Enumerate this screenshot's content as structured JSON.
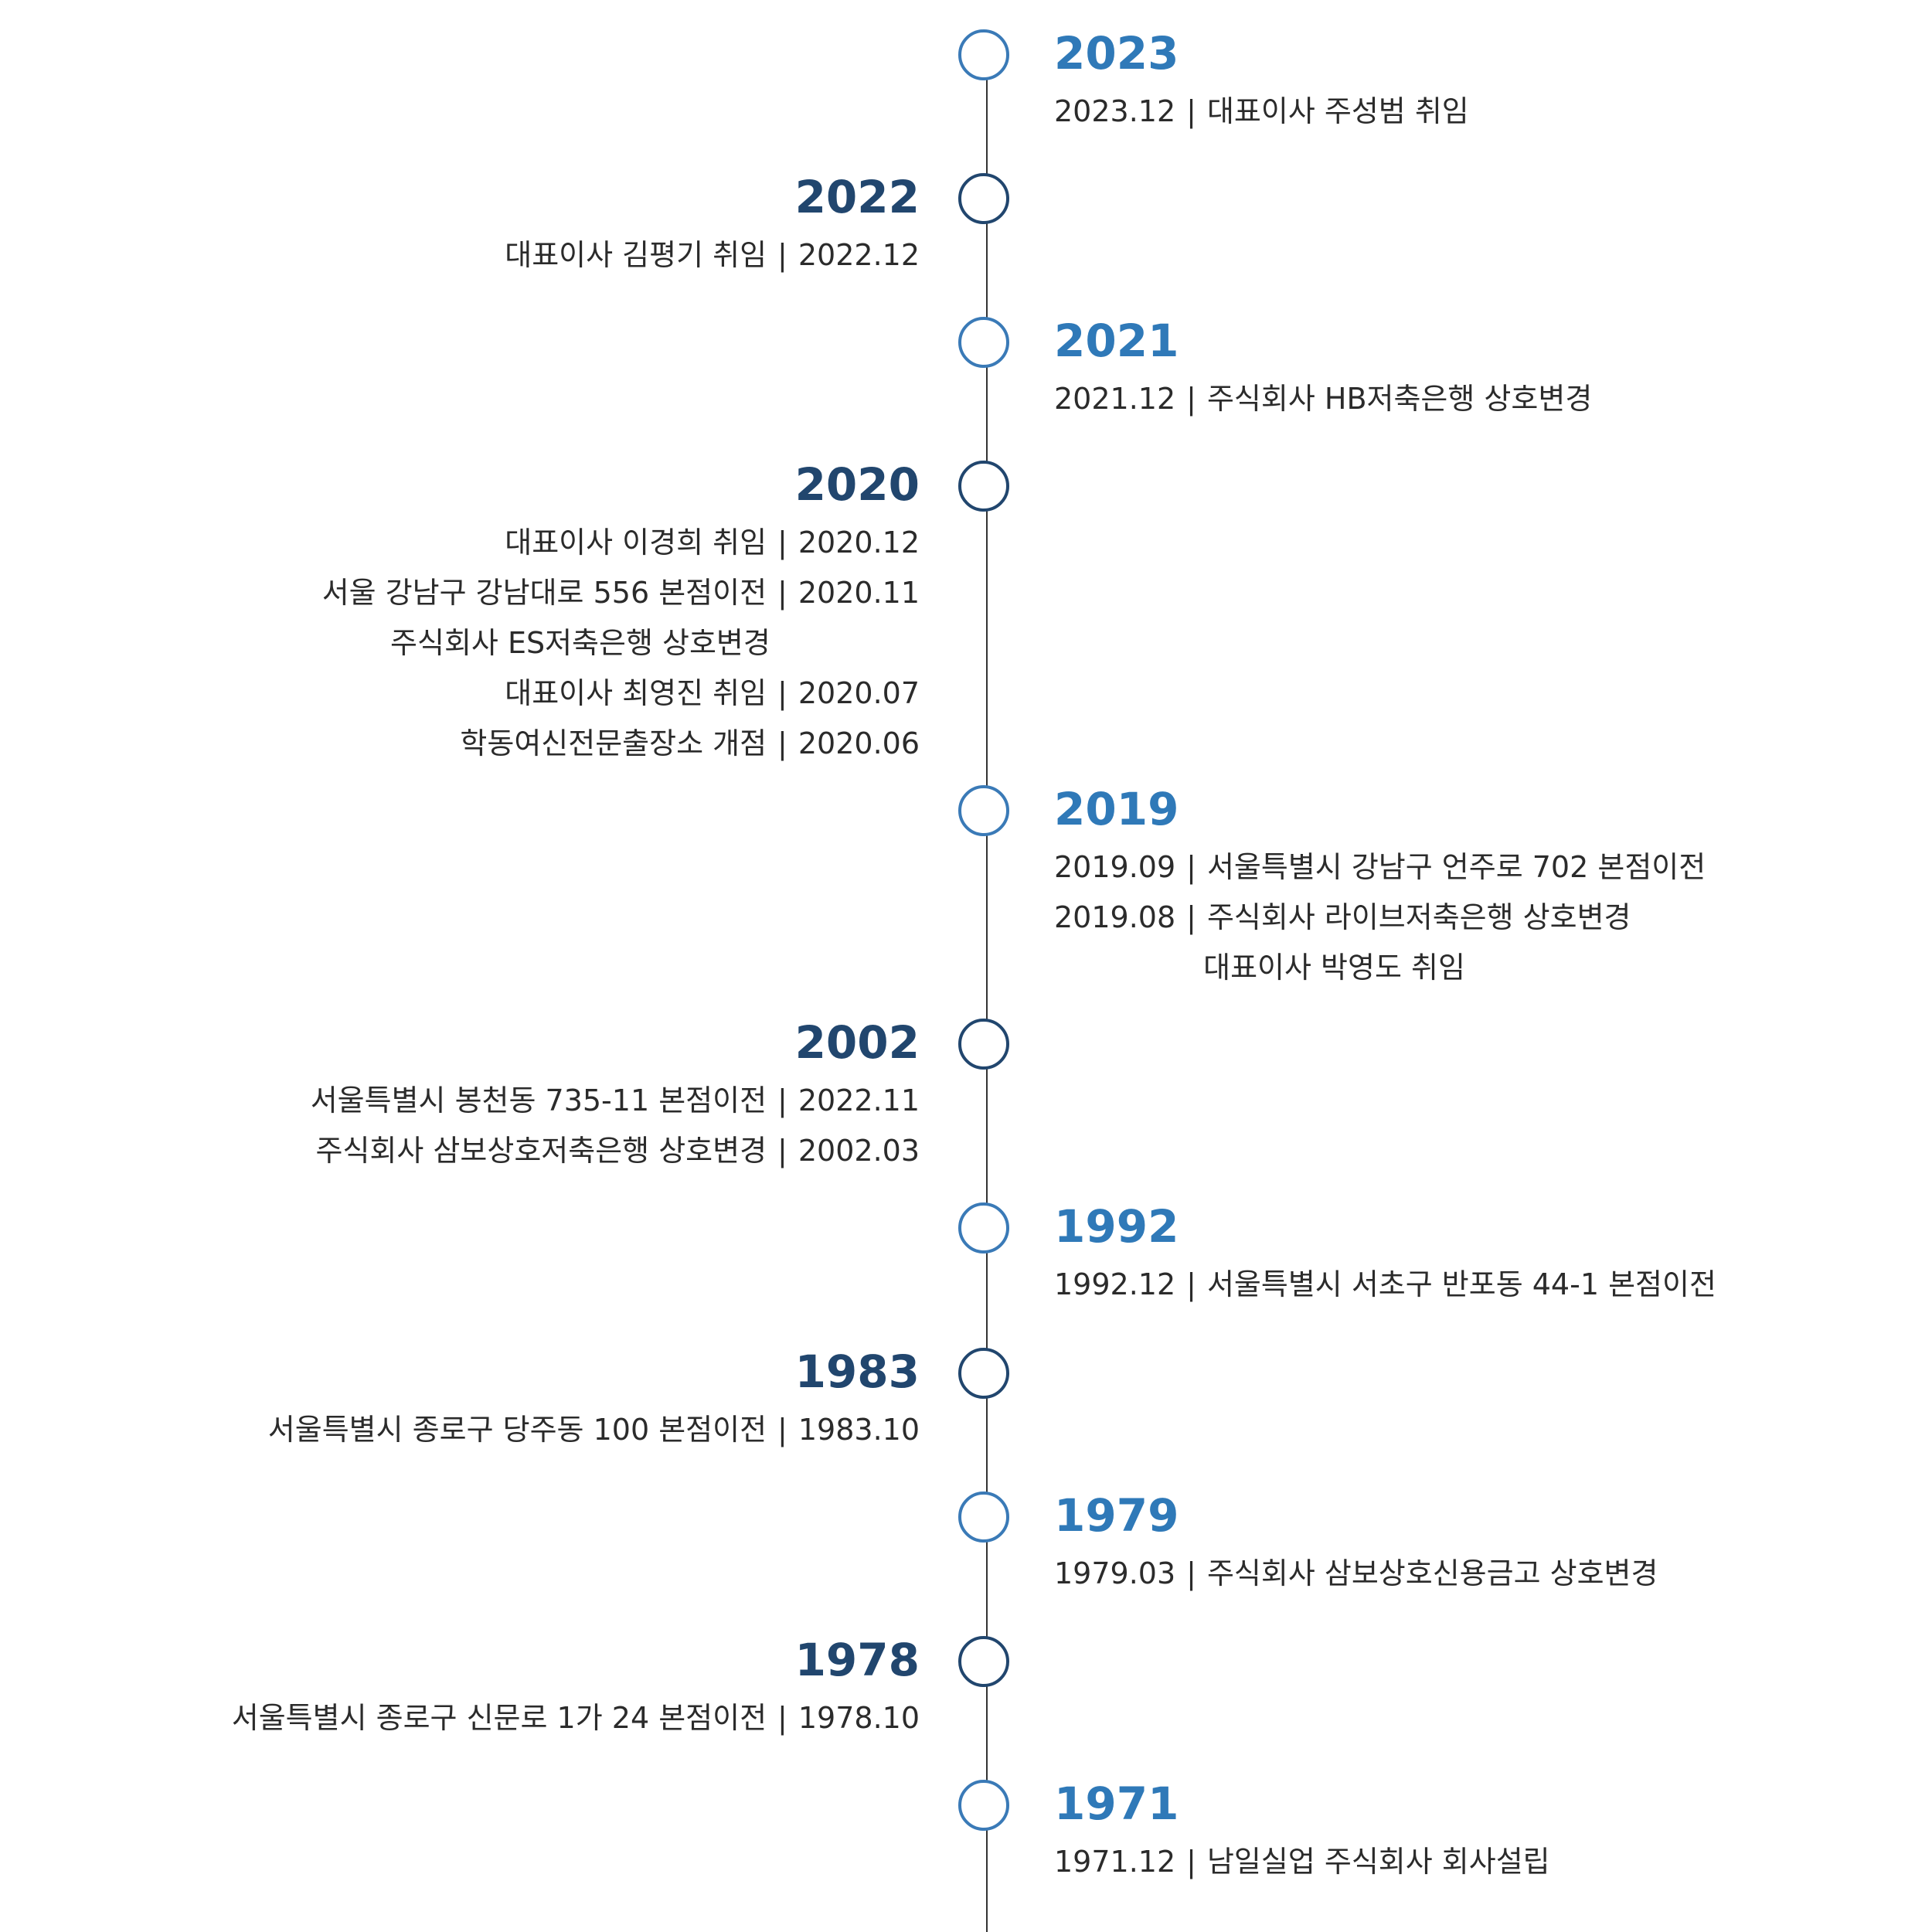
{
  "separator": "|",
  "entries": [
    {
      "year": "2023",
      "side": "right",
      "lines": [
        {
          "date": "2023.12",
          "text": "대표이사 주성범 취임"
        }
      ]
    },
    {
      "year": "2022",
      "side": "left",
      "lines": [
        {
          "date": "2022.12",
          "text": "대표이사 김평기 취임"
        }
      ]
    },
    {
      "year": "2021",
      "side": "right",
      "lines": [
        {
          "date": "2021.12",
          "text": "주식회사 HB저축은행 상호변경"
        }
      ]
    },
    {
      "year": "2020",
      "side": "left",
      "lines": [
        {
          "date": "2020.12",
          "text": "대표이사 이경희 취임"
        },
        {
          "date": "2020.11",
          "text": "서울 강남구 강남대로 556 본점이전"
        },
        {
          "date": "",
          "text": "주식회사 ES저축은행 상호변경"
        },
        {
          "date": "2020.07",
          "text": "대표이사 최영진 취임"
        },
        {
          "date": "2020.06",
          "text": "학동여신전문출장소 개점"
        }
      ]
    },
    {
      "year": "2019",
      "side": "right",
      "lines": [
        {
          "date": "2019.09",
          "text": "서울특별시 강남구 언주로 702 본점이전"
        },
        {
          "date": "2019.08",
          "text": "주식회사 라이브저축은행 상호변경"
        },
        {
          "date": "",
          "text": "대표이사 박영도 취임"
        }
      ]
    },
    {
      "year": "2002",
      "side": "left",
      "lines": [
        {
          "date": "2022.11",
          "text": "서울특별시 봉천동 735-11 본점이전"
        },
        {
          "date": "2002.03",
          "text": "주식회사 삼보상호저축은행 상호변경"
        }
      ]
    },
    {
      "year": "1992",
      "side": "right",
      "lines": [
        {
          "date": "1992.12",
          "text": "서울특별시 서초구 반포동 44-1 본점이전"
        }
      ]
    },
    {
      "year": "1983",
      "side": "left",
      "lines": [
        {
          "date": "1983.10",
          "text": "서울특별시 종로구 당주동 100 본점이전"
        }
      ]
    },
    {
      "year": "1979",
      "side": "right",
      "lines": [
        {
          "date": "1979.03",
          "text": "주식회사 삼보상호신용금고 상호변경"
        }
      ]
    },
    {
      "year": "1978",
      "side": "left",
      "lines": [
        {
          "date": "1978.10",
          "text": "서울특별시 종로구 신문로 1가 24 본점이전"
        }
      ]
    },
    {
      "year": "1971",
      "side": "right",
      "lines": [
        {
          "date": "1971.12",
          "text": "남일실업 주식회사 회사설립"
        }
      ]
    }
  ]
}
